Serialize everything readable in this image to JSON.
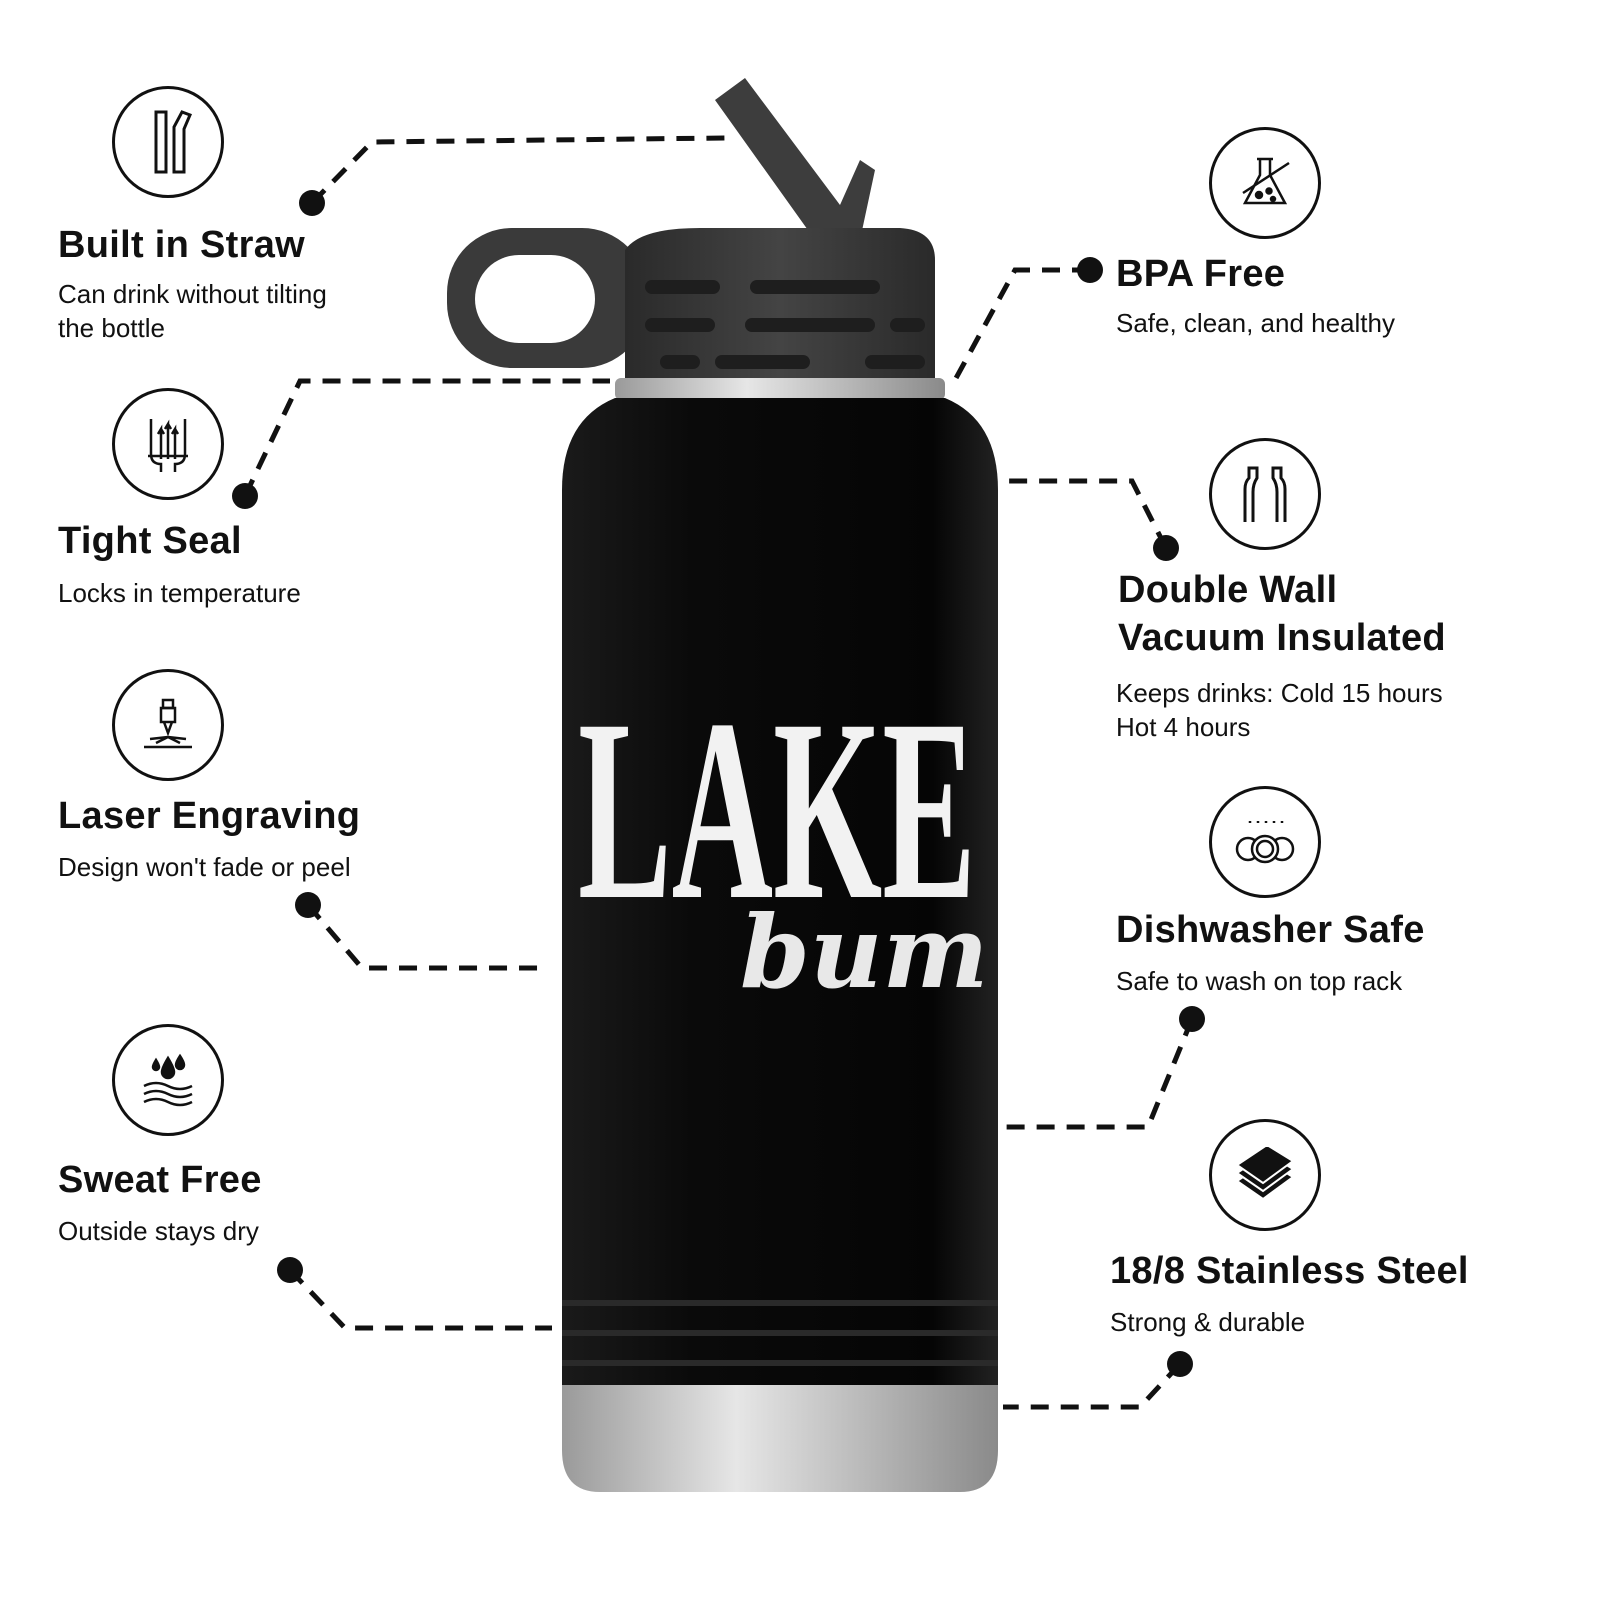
{
  "bottle_design": {
    "line1": "LAKE",
    "line2": "bum"
  },
  "features_left": [
    {
      "icon": "straw-icon",
      "title": "Built in Straw",
      "desc": [
        "Can drink without tilting",
        "the bottle"
      ]
    },
    {
      "icon": "tight-seal-icon",
      "title": "Tight Seal",
      "desc": [
        "Locks in temperature"
      ]
    },
    {
      "icon": "laser-icon",
      "title": "Laser Engraving",
      "desc": [
        "Design won't fade or peel"
      ]
    },
    {
      "icon": "water-drops-icon",
      "title": "Sweat Free",
      "desc": [
        "Outside stays dry"
      ]
    }
  ],
  "features_right": [
    {
      "icon": "no-bpa-flask-icon",
      "title": "BPA Free",
      "desc": [
        "Safe, clean, and healthy"
      ]
    },
    {
      "icon": "double-wall-icon",
      "title": [
        "Double Wall",
        "Vacuum Insulated"
      ],
      "desc": [
        "Keeps drinks: Cold 15 hours",
        "Hot 4 hours"
      ]
    },
    {
      "icon": "dishwasher-icon",
      "title": "Dishwasher Safe",
      "desc": [
        "Safe to wash on top rack"
      ]
    },
    {
      "icon": "steel-sheets-icon",
      "title": "18/8 Stainless Steel",
      "desc": [
        "Strong & durable"
      ]
    }
  ],
  "colors": {
    "bottle": "#0b0b0b",
    "lid": "#3a3a3a",
    "steel": "#c9c9c9",
    "text": "#111111"
  }
}
